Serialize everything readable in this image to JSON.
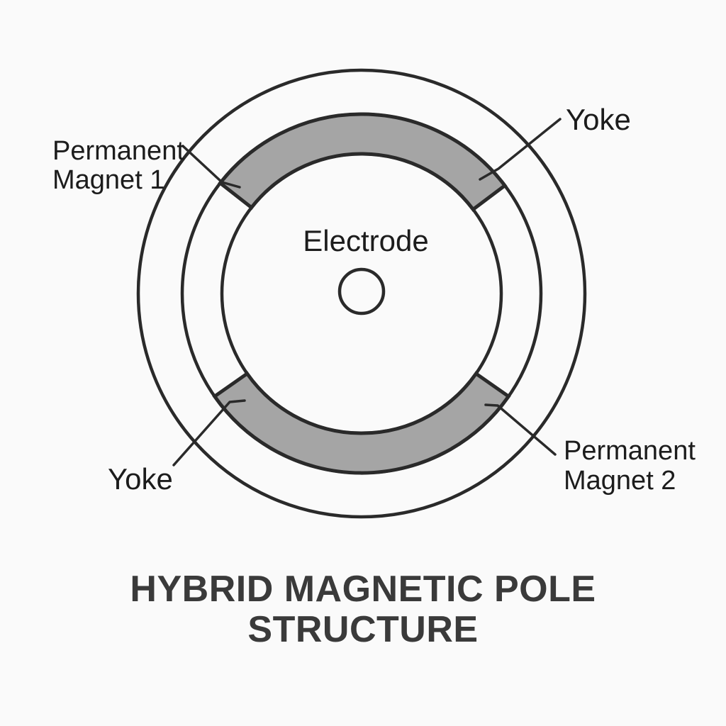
{
  "colors": {
    "background": "#fafafa",
    "line": "#2a2a2a",
    "magnet_fill": "#a5a5a5",
    "label_text": "#1c1c1c",
    "title_text": "#3a3a3a"
  },
  "diagram": {
    "labels": {
      "permanent_magnet_1": {
        "line1": "Permanent",
        "line2": "Magnet 1"
      },
      "yoke_top": "Yoke",
      "electrode": "Electrode",
      "yoke_bottom": "Yoke",
      "permanent_magnet_2": {
        "line1": "Permanent",
        "line2": "Magnet 2"
      }
    },
    "title": {
      "line1": "HYBRID MAGNETIC POLE",
      "line2": "STRUCTURE"
    }
  }
}
